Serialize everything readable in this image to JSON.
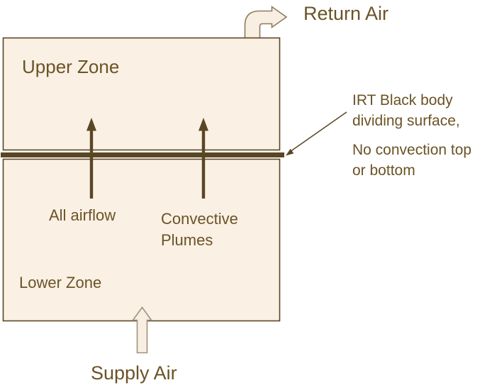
{
  "labels": {
    "upper_zone": "Upper Zone",
    "lower_zone": "Lower Zone",
    "return_air": "Return Air",
    "supply_air": "Supply Air",
    "all_airflow": "All airflow",
    "convective_plumes": "Convective Plumes",
    "annotation_para1": "IRT Black body dividing surface,",
    "annotation_para2": "No convection top or bottom"
  },
  "icons": {
    "return_air_arrow": "bent-up-right-block-arrow",
    "supply_air_arrow": "up-block-arrow",
    "airflow_arrow_left": "thin-up-arrow",
    "airflow_arrow_right": "thin-up-arrow",
    "annotation_pointer": "thin-arrow-pointing-down-left-at-divider"
  },
  "colors": {
    "ink_brown": "#5a4623",
    "text_brown": "#6b5326",
    "zone_fill": "#faf0e4",
    "block_arrow_fill": "#f8efe2",
    "block_arrow_outline": "#a3907d",
    "background": "#ffffff"
  }
}
